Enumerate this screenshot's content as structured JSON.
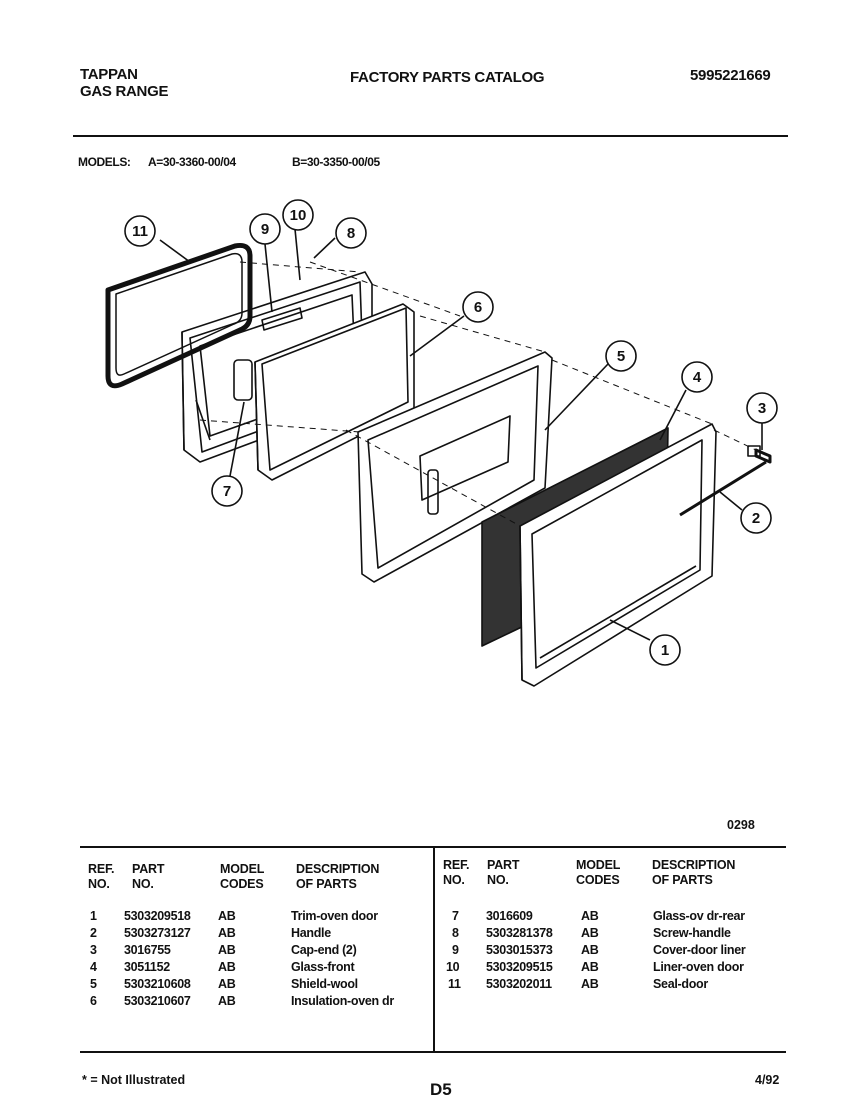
{
  "header": {
    "brand": "TAPPAN",
    "product": "GAS RANGE",
    "catalog_title": "FACTORY PARTS CATALOG",
    "catalog_number": "5995221669"
  },
  "models": {
    "label": "MODELS:",
    "a": "A=30-3360-00/04",
    "b": "B=30-3350-00/05"
  },
  "diagram": {
    "callouts": [
      "1",
      "2",
      "3",
      "4",
      "5",
      "6",
      "7",
      "8",
      "9",
      "10",
      "11"
    ],
    "code": "0298"
  },
  "table": {
    "headers": {
      "ref": [
        "REF.",
        "NO."
      ],
      "part": [
        "PART",
        "NO."
      ],
      "model": [
        "MODEL",
        "CODES"
      ],
      "desc": [
        "DESCRIPTION",
        "OF PARTS"
      ]
    },
    "left_rows": [
      {
        "ref": "1",
        "part": "5303209518",
        "codes": "AB",
        "desc": "Trim-oven door"
      },
      {
        "ref": "2",
        "part": "5303273127",
        "codes": "AB",
        "desc": "Handle"
      },
      {
        "ref": "3",
        "part": "3016755",
        "codes": "AB",
        "desc": "Cap-end (2)"
      },
      {
        "ref": "4",
        "part": "3051152",
        "codes": "AB",
        "desc": "Glass-front"
      },
      {
        "ref": "5",
        "part": "5303210608",
        "codes": "AB",
        "desc": "Shield-wool"
      },
      {
        "ref": "6",
        "part": "5303210607",
        "codes": "AB",
        "desc": "Insulation-oven dr"
      }
    ],
    "right_rows": [
      {
        "ref": "7",
        "part": "3016609",
        "codes": "AB",
        "desc": "Glass-ov dr-rear"
      },
      {
        "ref": "8",
        "part": "5303281378",
        "codes": "AB",
        "desc": "Screw-handle"
      },
      {
        "ref": "9",
        "part": "5303015373",
        "codes": "AB",
        "desc": "Cover-door liner"
      },
      {
        "ref": "10",
        "part": "5303209515",
        "codes": "AB",
        "desc": "Liner-oven door"
      },
      {
        "ref": "11",
        "part": "5303202011",
        "codes": "AB",
        "desc": "Seal-door"
      }
    ]
  },
  "footer": {
    "note": "* = Not Illustrated",
    "page": "D5",
    "date": "4/92"
  }
}
